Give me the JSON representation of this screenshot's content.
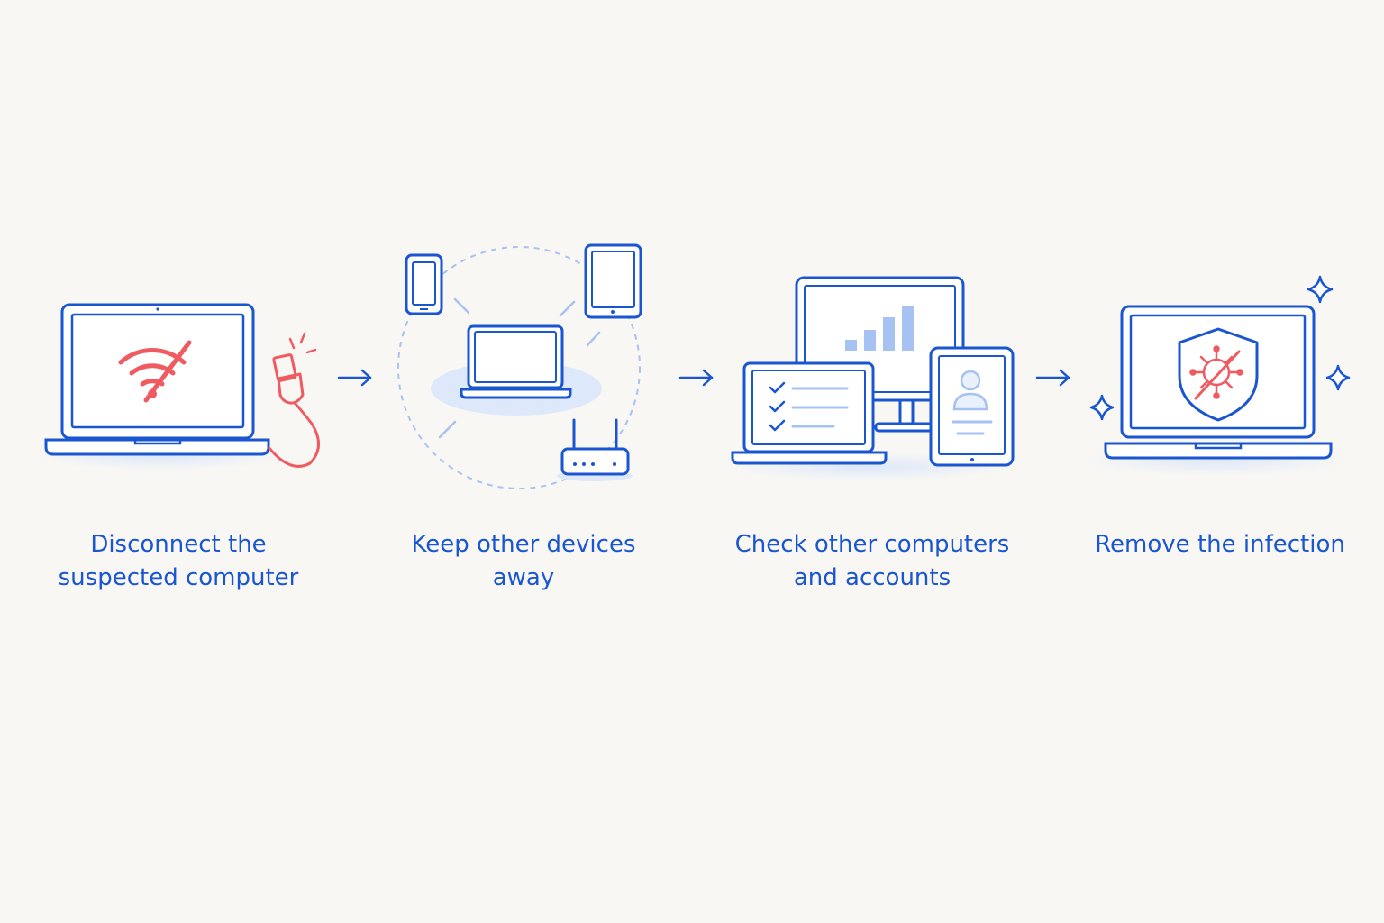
{
  "steps": [
    {
      "id": "disconnect",
      "label_line1": "Disconnect the",
      "label_line2": "suspected computer",
      "icon": "laptop-wifi-off-icon"
    },
    {
      "id": "keep-away",
      "label_line1": "Keep other devices",
      "label_line2": "away",
      "icon": "isolated-laptop-icon"
    },
    {
      "id": "check",
      "label_line1": "Check other computers",
      "label_line2": "and accounts",
      "icon": "multi-device-check-icon"
    },
    {
      "id": "remove",
      "label_line1": "Remove the infection",
      "label_line2": "",
      "icon": "shield-virus-icon"
    }
  ],
  "arrows": [
    "arrow-right-icon",
    "arrow-right-icon",
    "arrow-right-icon"
  ],
  "colors": {
    "background": "#f8f7f4",
    "stroke": "#1a56d0",
    "accent": "#ef5b61",
    "soft": "#dfe9fb",
    "fill": "#ffffff"
  }
}
